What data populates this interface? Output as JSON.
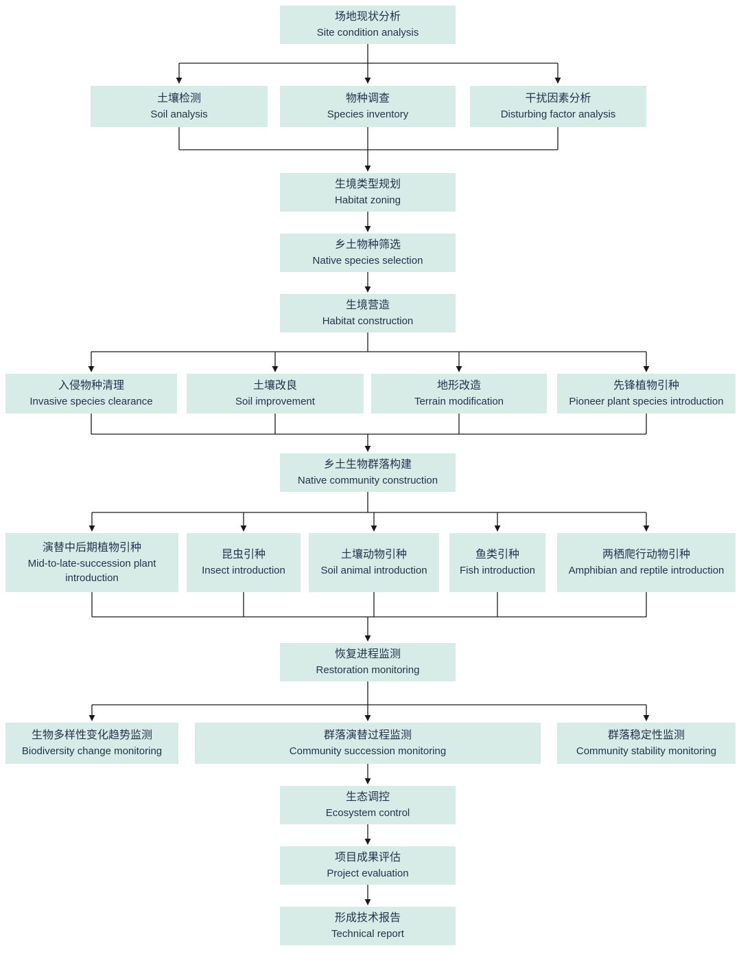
{
  "colors": {
    "node_fill": "#d7ebe7",
    "text_color": "#22344e",
    "line_color": "#1a1a1a",
    "bg_color": "#ffffff"
  },
  "nodes": {
    "site_condition": {
      "zh": "场地现状分析",
      "en": "Site condition analysis"
    },
    "soil_analysis": {
      "zh": "土壤检测",
      "en": "Soil analysis"
    },
    "species_inventory": {
      "zh": "物种调查",
      "en": "Species inventory"
    },
    "disturbing_factor": {
      "zh": "干扰因素分析",
      "en": "Disturbing factor analysis"
    },
    "habitat_zoning": {
      "zh": "生境类型规划",
      "en": "Habitat zoning"
    },
    "native_species_selection": {
      "zh": "乡土物种筛选",
      "en": "Native species selection"
    },
    "habitat_construction": {
      "zh": "生境营造",
      "en": "Habitat construction"
    },
    "invasive_clearance": {
      "zh": "入侵物种清理",
      "en": "Invasive species clearance"
    },
    "soil_improvement": {
      "zh": "土壤改良",
      "en": "Soil improvement"
    },
    "terrain_modification": {
      "zh": "地形改造",
      "en": "Terrain modification"
    },
    "pioneer_plants": {
      "zh": "先锋植物引种",
      "en": "Pioneer plant species introduction"
    },
    "native_community": {
      "zh": "乡土生物群落构建",
      "en": "Native community construction"
    },
    "midlate_plants": {
      "zh": "演替中后期植物引种",
      "en": "Mid-to-late-succession plant introduction"
    },
    "insect": {
      "zh": "昆虫引种",
      "en": "Insect introduction"
    },
    "soil_animal": {
      "zh": "土壤动物引种",
      "en": "Soil animal introduction"
    },
    "fish": {
      "zh": "鱼类引种",
      "en": "Fish introduction"
    },
    "amphibian": {
      "zh": "两栖爬行动物引种",
      "en": "Amphibian and reptile introduction"
    },
    "restoration_monitoring": {
      "zh": "恢复进程监测",
      "en": "Restoration monitoring"
    },
    "biodiversity_monitoring": {
      "zh": "生物多样性变化趋势监测",
      "en": "Biodiversity change monitoring"
    },
    "succession_monitoring": {
      "zh": "群落演替过程监测",
      "en": "Community succession monitoring"
    },
    "stability_monitoring": {
      "zh": "群落稳定性监测",
      "en": "Community stability monitoring"
    },
    "ecosystem_control": {
      "zh": "生态调控",
      "en": "Ecosystem control"
    },
    "project_evaluation": {
      "zh": "项目成果评估",
      "en": "Project evaluation"
    },
    "technical_report": {
      "zh": "形成技术报告",
      "en": "Technical report"
    }
  },
  "edges": [
    [
      "site_condition",
      "soil_analysis"
    ],
    [
      "site_condition",
      "species_inventory"
    ],
    [
      "site_condition",
      "disturbing_factor"
    ],
    [
      "soil_analysis",
      "habitat_zoning"
    ],
    [
      "species_inventory",
      "habitat_zoning"
    ],
    [
      "disturbing_factor",
      "habitat_zoning"
    ],
    [
      "habitat_zoning",
      "native_species_selection"
    ],
    [
      "native_species_selection",
      "habitat_construction"
    ],
    [
      "habitat_construction",
      "invasive_clearance"
    ],
    [
      "habitat_construction",
      "soil_improvement"
    ],
    [
      "habitat_construction",
      "terrain_modification"
    ],
    [
      "habitat_construction",
      "pioneer_plants"
    ],
    [
      "invasive_clearance",
      "native_community"
    ],
    [
      "soil_improvement",
      "native_community"
    ],
    [
      "terrain_modification",
      "native_community"
    ],
    [
      "pioneer_plants",
      "native_community"
    ],
    [
      "native_community",
      "midlate_plants"
    ],
    [
      "native_community",
      "insect"
    ],
    [
      "native_community",
      "soil_animal"
    ],
    [
      "native_community",
      "fish"
    ],
    [
      "native_community",
      "amphibian"
    ],
    [
      "midlate_plants",
      "restoration_monitoring"
    ],
    [
      "insect",
      "restoration_monitoring"
    ],
    [
      "soil_animal",
      "restoration_monitoring"
    ],
    [
      "fish",
      "restoration_monitoring"
    ],
    [
      "amphibian",
      "restoration_monitoring"
    ],
    [
      "restoration_monitoring",
      "biodiversity_monitoring"
    ],
    [
      "restoration_monitoring",
      "succession_monitoring"
    ],
    [
      "restoration_monitoring",
      "stability_monitoring"
    ],
    [
      "succession_monitoring",
      "ecosystem_control"
    ],
    [
      "ecosystem_control",
      "project_evaluation"
    ],
    [
      "project_evaluation",
      "technical_report"
    ]
  ]
}
